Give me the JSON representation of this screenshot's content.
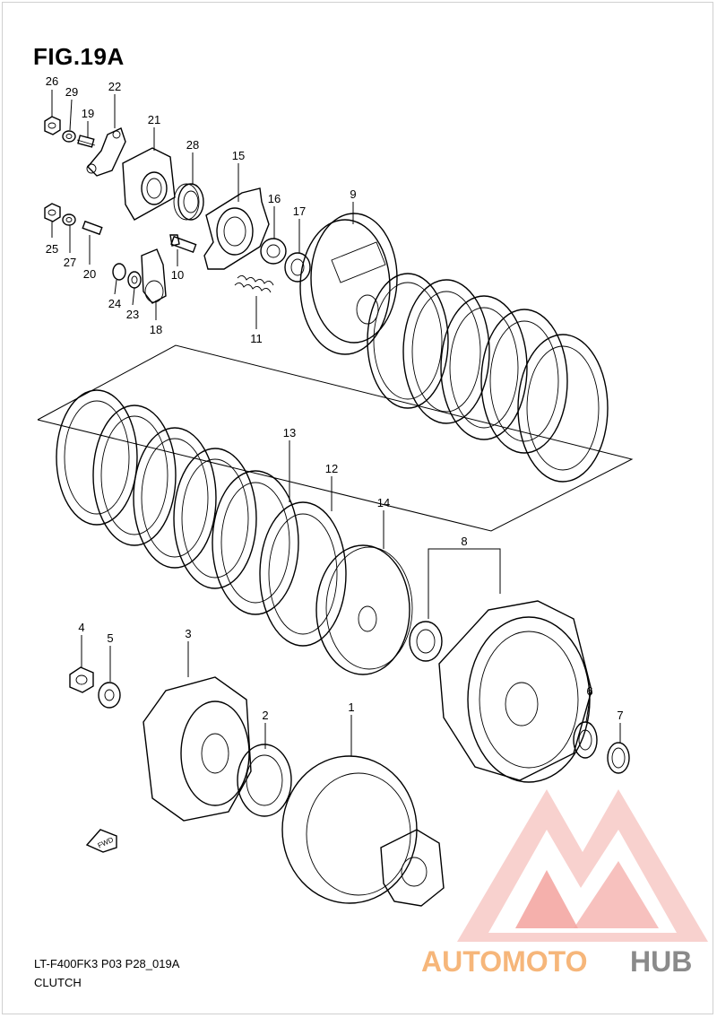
{
  "figure": {
    "title": "FIG.19A",
    "footer_code": "LT-F400FK3 P03 P28_019A",
    "footer_title": "CLUTCH"
  },
  "labels": [
    "1",
    "2",
    "3",
    "4",
    "5",
    "6",
    "7",
    "8",
    "9",
    "10",
    "11",
    "12",
    "13",
    "14",
    "15",
    "16",
    "17",
    "18",
    "19",
    "20",
    "21",
    "22",
    "23",
    "24",
    "25",
    "26",
    "27",
    "28",
    "29"
  ],
  "fwd_label": "FWD",
  "watermark": {
    "part1": "AUTOMOTO",
    "part2": "HUB",
    "color_primary": "#f4a7a3",
    "color_secondary": "#f6b67a",
    "color_dark": "#8a8a8a"
  }
}
